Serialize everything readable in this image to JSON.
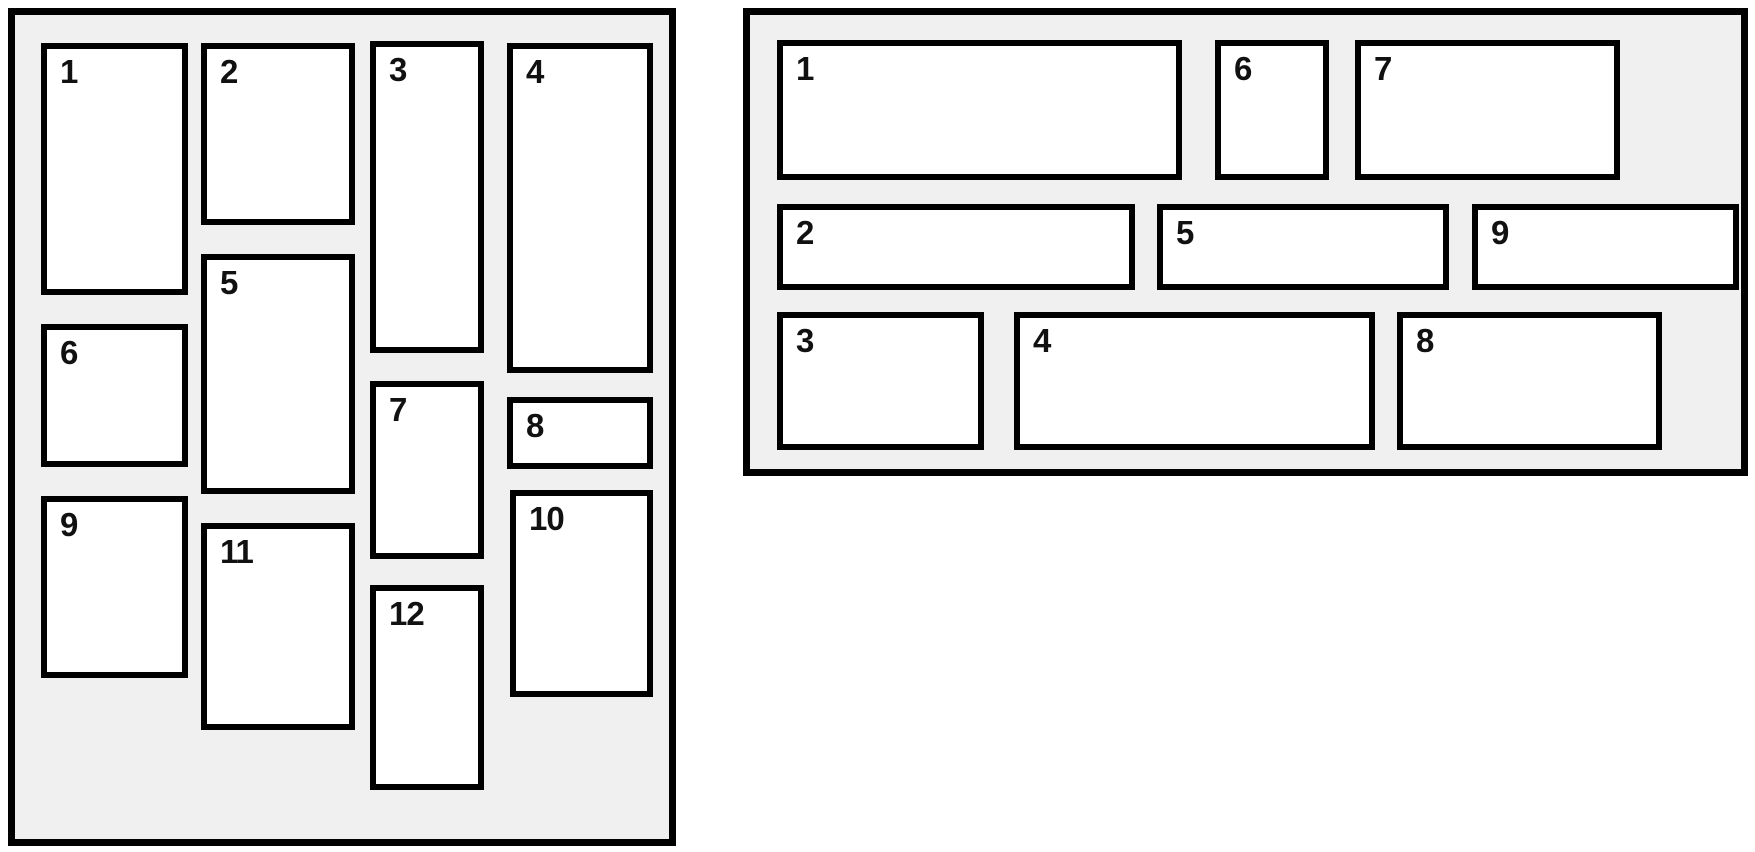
{
  "colors": {
    "page_bg": "#ffffff",
    "panel_bg": "#f0f0f0",
    "box_bg": "#ffffff",
    "border": "#000000",
    "label": "#111111"
  },
  "left_panel": {
    "boxes": [
      {
        "label": "1"
      },
      {
        "label": "2"
      },
      {
        "label": "3"
      },
      {
        "label": "4"
      },
      {
        "label": "5"
      },
      {
        "label": "6"
      },
      {
        "label": "7"
      },
      {
        "label": "8"
      },
      {
        "label": "9"
      },
      {
        "label": "10"
      },
      {
        "label": "11"
      },
      {
        "label": "12"
      }
    ]
  },
  "right_panel": {
    "boxes": [
      {
        "label": "1"
      },
      {
        "label": "2"
      },
      {
        "label": "3"
      },
      {
        "label": "4"
      },
      {
        "label": "5"
      },
      {
        "label": "6"
      },
      {
        "label": "7"
      },
      {
        "label": "8"
      },
      {
        "label": "9"
      }
    ]
  }
}
